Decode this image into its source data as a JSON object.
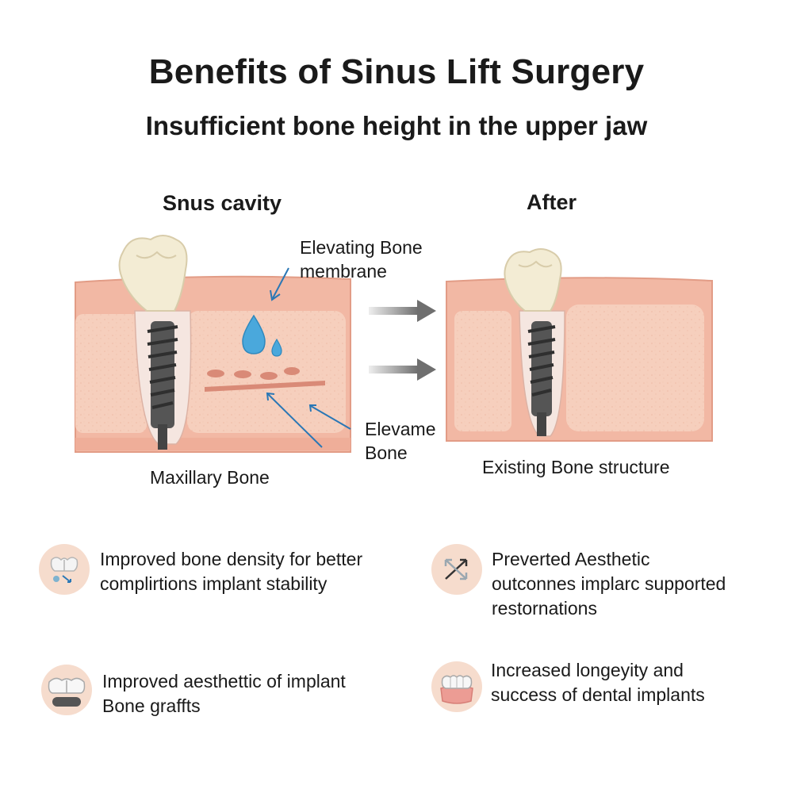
{
  "header": {
    "title": "Benefits of Sinus Lift Surgery",
    "subtitle": "Insufficient bone height in the upper jaw"
  },
  "diagram": {
    "left_panel": {
      "label": "Snus cavity",
      "callout_top": "Elevating Bone\nmembrane",
      "callout_bottom": "Elevame\nBone",
      "caption": "Maxillary Bone"
    },
    "right_panel": {
      "label": "After",
      "caption": "Existing Bone structure"
    },
    "colors": {
      "gum": "#f2b8a4",
      "gum_edge": "#e29c86",
      "bone": "#f7d3c2",
      "tooth": "#f3ecd4",
      "implant": "#555555",
      "arrow": "#777777",
      "callout_line": "#2a77b5",
      "droplet": "#4aa8dc"
    }
  },
  "benefits": [
    {
      "icon": "teeth-icon",
      "text": "Improved bone density for better\ncomplirtions implant stability"
    },
    {
      "icon": "arrows-icon",
      "text": "Preverted Aesthetic\noutconnes implarc supported\nrestornations"
    },
    {
      "icon": "tooth-crown-icon",
      "text": "Improved aesthettic of implant\n Bone graffts"
    },
    {
      "icon": "denture-icon",
      "text": "Increased longeyity and\nsuccess of dental implants"
    }
  ]
}
